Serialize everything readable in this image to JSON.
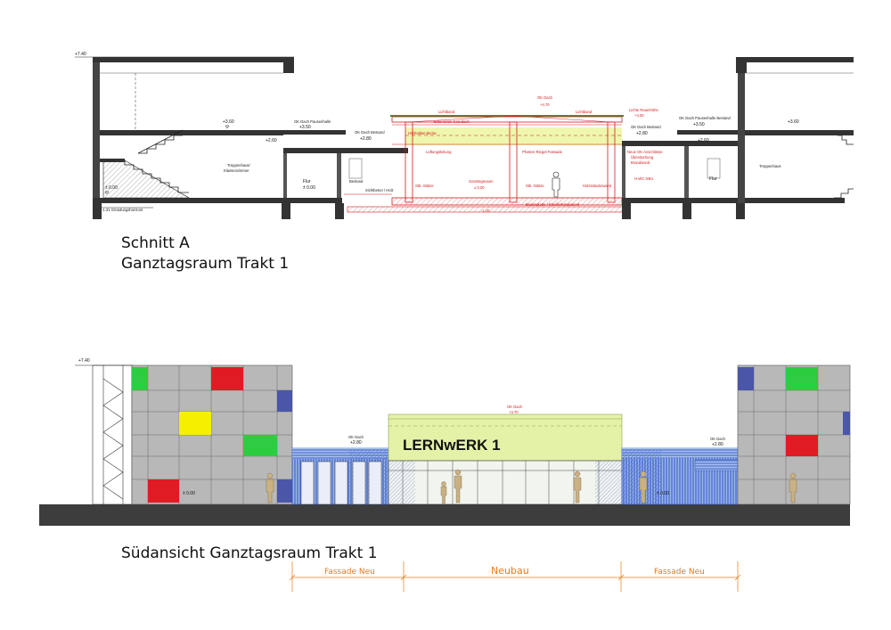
{
  "section": {
    "title_line1": "Schnitt A",
    "title_line2": "Ganztagsraum Trakt 1",
    "levels": {
      "top_left": "+7.40",
      "floor_left": "± 0.00",
      "foundation": "-1.31 Gründungshorizont",
      "upper_left": "+3.60",
      "mid_left": "+2.60",
      "roof_hall_left": "OK Dach Pausenhalle",
      "roof_hall_left_val": "+3.50",
      "roof_exist_left": "OK Dach Bestand",
      "roof_exist_left_val": "+2.80",
      "floor_flur_left": "± 0.00",
      "roof_new": "OK Dach",
      "roof_new_val": "+4.70",
      "floor_new": "± 0.00",
      "below_new": "-1.15",
      "clear_height": "Lichte Raumhöhe",
      "clear_height_val": "+4.00",
      "roof_exist_right": "OK Dach Bestand",
      "roof_exist_right_val": "+2.80",
      "roof_hall_right": "OK Dach Pausenhalle Bestand",
      "roof_hall_right_val": "+3.50",
      "upper_right": "+3.60",
      "mid_right": "+2.60"
    },
    "rooms": {
      "stair_left": "Treppenhaus/",
      "stair_left2": "Klassenzimmer",
      "flur_left": "Flur",
      "ganztag": "Ganztagsraum",
      "flur_right": "Flur",
      "stair_right": "Treppenhaus",
      "wc": "H-WC NEU"
    },
    "notes": {
      "oberlicht": "Lichtband",
      "gruendach": "Extensives Gründach",
      "lichtband_r": "Lichtband",
      "holz_decke": "Holzbalkendecke",
      "glasfassade": "Pfosten-Riegel-Fassade",
      "holzstaender": "Holzständerwand",
      "brandwand": "Brandwand",
      "sohle": "Bodenplatte / Streifenfundament",
      "faser": "Sichtbeton / Holz",
      "lueftung": "Lüftungsleitung",
      "ueber": "Überdachung",
      "neu_dach": "Neue OK Anschlüsse",
      "stuetze_l": "Stb.-Stütze",
      "stuetze_r": "Stb.-Stütze",
      "bestand": "Bestand"
    }
  },
  "elevation": {
    "title": "Südansicht Ganztagsraum Trakt 1",
    "brand": "LERNwERK 1",
    "levels": {
      "top_left": "+7.40",
      "roof_left": "OK Dach",
      "roof_left_val": "+2.80",
      "floor_left": "± 0.00",
      "roof_new": "OK Dach",
      "roof_new_val": "+4.70",
      "roof_right": "OK Dach",
      "roof_right_val": "+2.80",
      "floor_right": "± 0.00"
    },
    "dimensions": {
      "left": "Fassade Neu",
      "center": "Neubau",
      "right": "Fassade Neu"
    },
    "colors": {
      "panel_grey": "#b8b8b8",
      "red": "#e01b24",
      "green": "#2ecc40",
      "yellow": "#f5f000",
      "blue": "#4a56a8",
      "glass_green": "#e4f2a8",
      "cladding_blue": "#3a66c8",
      "dim_orange": "#e8791b"
    }
  }
}
